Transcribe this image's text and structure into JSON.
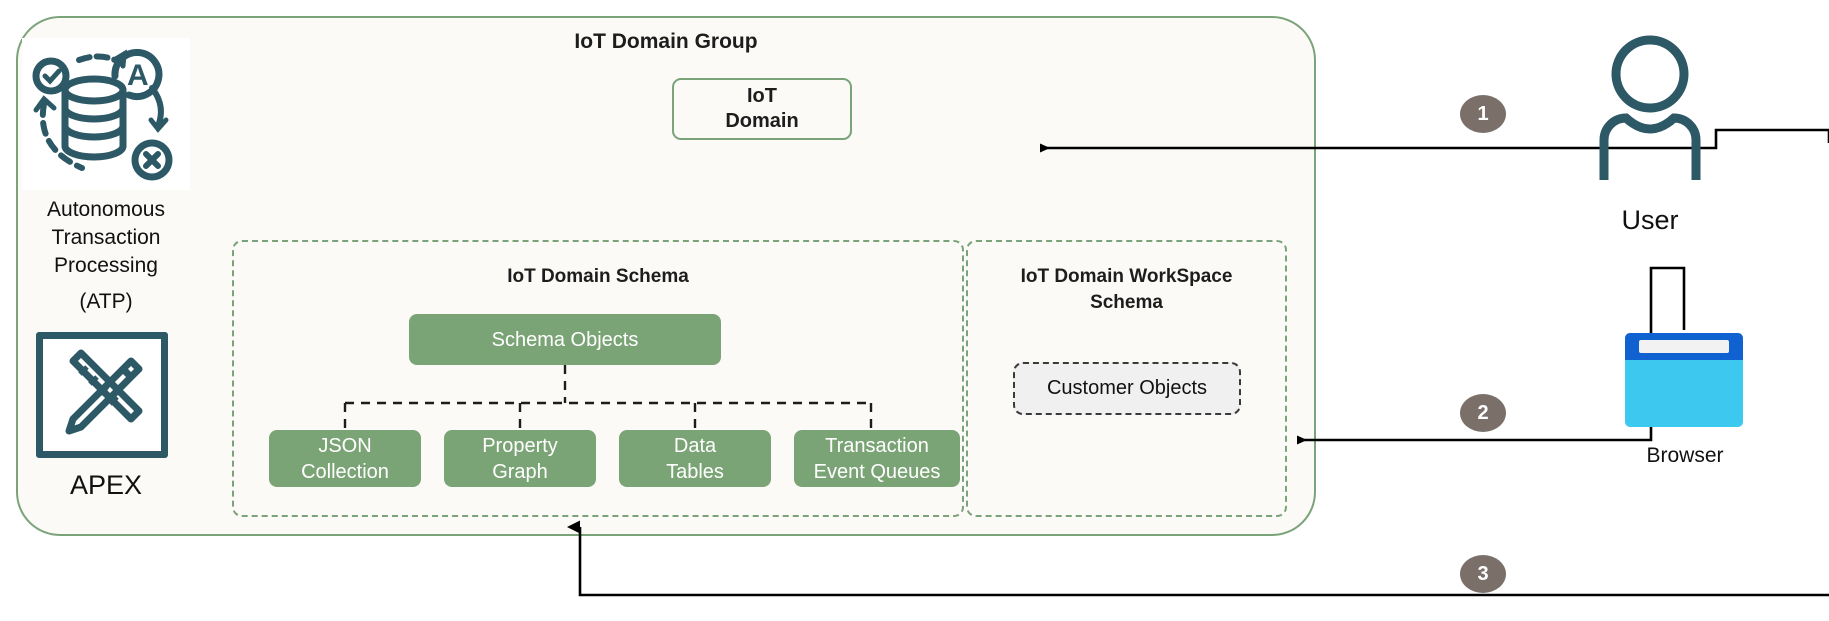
{
  "diagram": {
    "title": "IoT Domain Group",
    "group": {
      "label": "IoT Domain Group",
      "border_color": "#7aa37a",
      "fill_color": "#fbfaf7"
    },
    "left_stack": {
      "atp": {
        "icon": "autonomous-database-icon",
        "label": "Autonomous\nTransaction\nProcessing\n\n(ATP)",
        "line1": "Autonomous",
        "line2": "Transaction",
        "line3": "Processing",
        "line4": "(ATP)",
        "icon_color": "#2d5866"
      },
      "apex": {
        "icon": "ruler-pencil-icon",
        "label": "APEX",
        "icon_color": "#2d5866"
      }
    },
    "iot_domain": {
      "label": "IoT\nDomain",
      "line1": "IoT",
      "line2": "Domain",
      "fan_color": "#b6cdb0"
    },
    "schema_left": {
      "title": "IoT Domain Schema",
      "root": {
        "label": "Schema Objects",
        "fill": "#7ba476"
      },
      "children": [
        {
          "line1": "JSON",
          "line2": "Collection"
        },
        {
          "line1": "Property",
          "line2": "Graph"
        },
        {
          "line1": "Data",
          "line2": "Tables"
        },
        {
          "line1": "Transaction",
          "line2": "Event Queues"
        }
      ]
    },
    "schema_right": {
      "title": "IoT Domain WorkSpace Schema",
      "title_line1": "IoT Domain WorkSpace",
      "title_line2": "Schema",
      "item": {
        "label": "Customer Objects",
        "fill": "#f0f0f0",
        "border": "#3a3a3a"
      }
    },
    "actors": {
      "user": {
        "label": "User",
        "icon": "user-person-icon",
        "color": "#2d5866"
      },
      "browser": {
        "label": "Browser",
        "icon": "browser-window-icon",
        "titlebar_color": "#0f62cf",
        "body_color": "#3dc8f0"
      }
    },
    "steps": [
      {
        "number": "1",
        "color": "#7a7069"
      },
      {
        "number": "2",
        "color": "#7a7069"
      },
      {
        "number": "3",
        "color": "#7a7069"
      }
    ],
    "colors": {
      "green_border": "#7aa37a",
      "green_fill": "#7ba476",
      "green_fan": "#b6cdb0",
      "teal_icon": "#2d5866",
      "badge_gray": "#7a7069",
      "canvas": "#fbfaf7"
    }
  }
}
